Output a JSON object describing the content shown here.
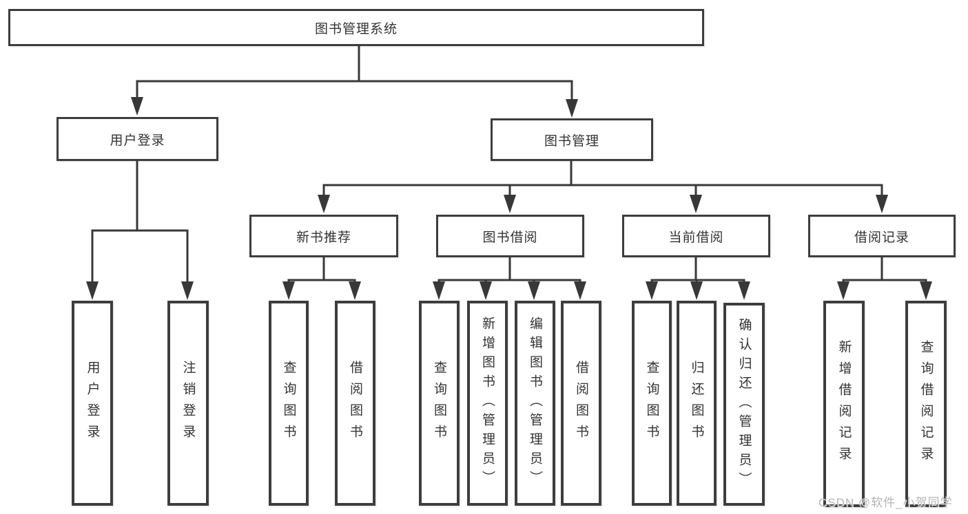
{
  "diagram": {
    "title_node": "图书管理系统",
    "root": "图书管理系统",
    "branches": [
      {
        "label": "用户登录",
        "children": [
          "用户登录",
          "注销登录"
        ]
      },
      {
        "label": "图书管理",
        "children": [
          {
            "label": "新书推荐",
            "children": [
              "查询图书",
              "借阅图书"
            ]
          },
          {
            "label": "图书借阅",
            "children": [
              "查询图书",
              "新增图书（管理员）",
              "编辑图书（管理员）",
              "借阅图书"
            ]
          },
          {
            "label": "当前借阅",
            "children": [
              "查询图书",
              "归还图书",
              "确认归还（管理员）"
            ]
          },
          {
            "label": "借阅记录",
            "children": [
              "新增借阅记录",
              "查询借阅记录"
            ]
          }
        ]
      }
    ]
  },
  "watermark": "CSDN @软件_小贺同学",
  "colors": {
    "line": "#383838",
    "box_border": "#3d3d3d",
    "text": "#333333",
    "watermark": "#b5b5b5",
    "background": "#ffffff"
  }
}
